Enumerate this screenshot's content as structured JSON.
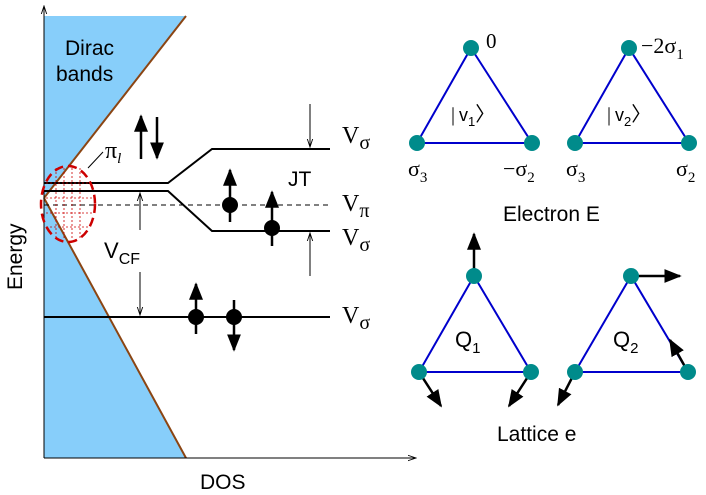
{
  "colors": {
    "dirac_fill": "#87CEFA",
    "dirac_edge": "#8B4513",
    "lines": "#000000",
    "highlight": "#CC0000",
    "triangle": "#0000CC",
    "site": "#008B8B",
    "background": "#ffffff"
  },
  "axes": {
    "ylabel": "Energy",
    "xlabel": "DOS"
  },
  "dirac": {
    "line1": "Dirac",
    "line2": "bands"
  },
  "pi_label": "π",
  "pi_sub": "l",
  "levels": {
    "top": {
      "main": "V",
      "sub": "σ"
    },
    "mid": {
      "main": "V",
      "sub": "π"
    },
    "lower": {
      "main": "V",
      "sub": "σ"
    },
    "bottom": {
      "main": "V",
      "sub": "σ"
    }
  },
  "jt_label": "JT",
  "vcf": {
    "main": "V",
    "sub": "CF"
  },
  "electron_panel": {
    "caption": "Electron E",
    "tri1": {
      "ket_prefix": "|",
      "ket_v": "v",
      "ket_sub": "1",
      "ket_suffix": "〉",
      "top": "0",
      "left": {
        "main": "σ",
        "sub": "3"
      },
      "right": {
        "main": "−σ",
        "sub": "2"
      }
    },
    "tri2": {
      "ket_prefix": "|",
      "ket_v": "v",
      "ket_sub": "2",
      "ket_suffix": "〉",
      "top": {
        "main": "−2σ",
        "sub": "1"
      },
      "left": {
        "main": "σ",
        "sub": "3"
      },
      "right": {
        "main": "σ",
        "sub": "2"
      }
    }
  },
  "lattice_panel": {
    "caption": "Lattice e",
    "tri1": {
      "main": "Q",
      "sub": "1"
    },
    "tri2": {
      "main": "Q",
      "sub": "2"
    }
  },
  "icons": {
    "spin_up": "up-arrow-icon",
    "spin_down": "down-arrow-icon",
    "electron": "filled-circle-icon",
    "site": "teal-dot-icon"
  }
}
